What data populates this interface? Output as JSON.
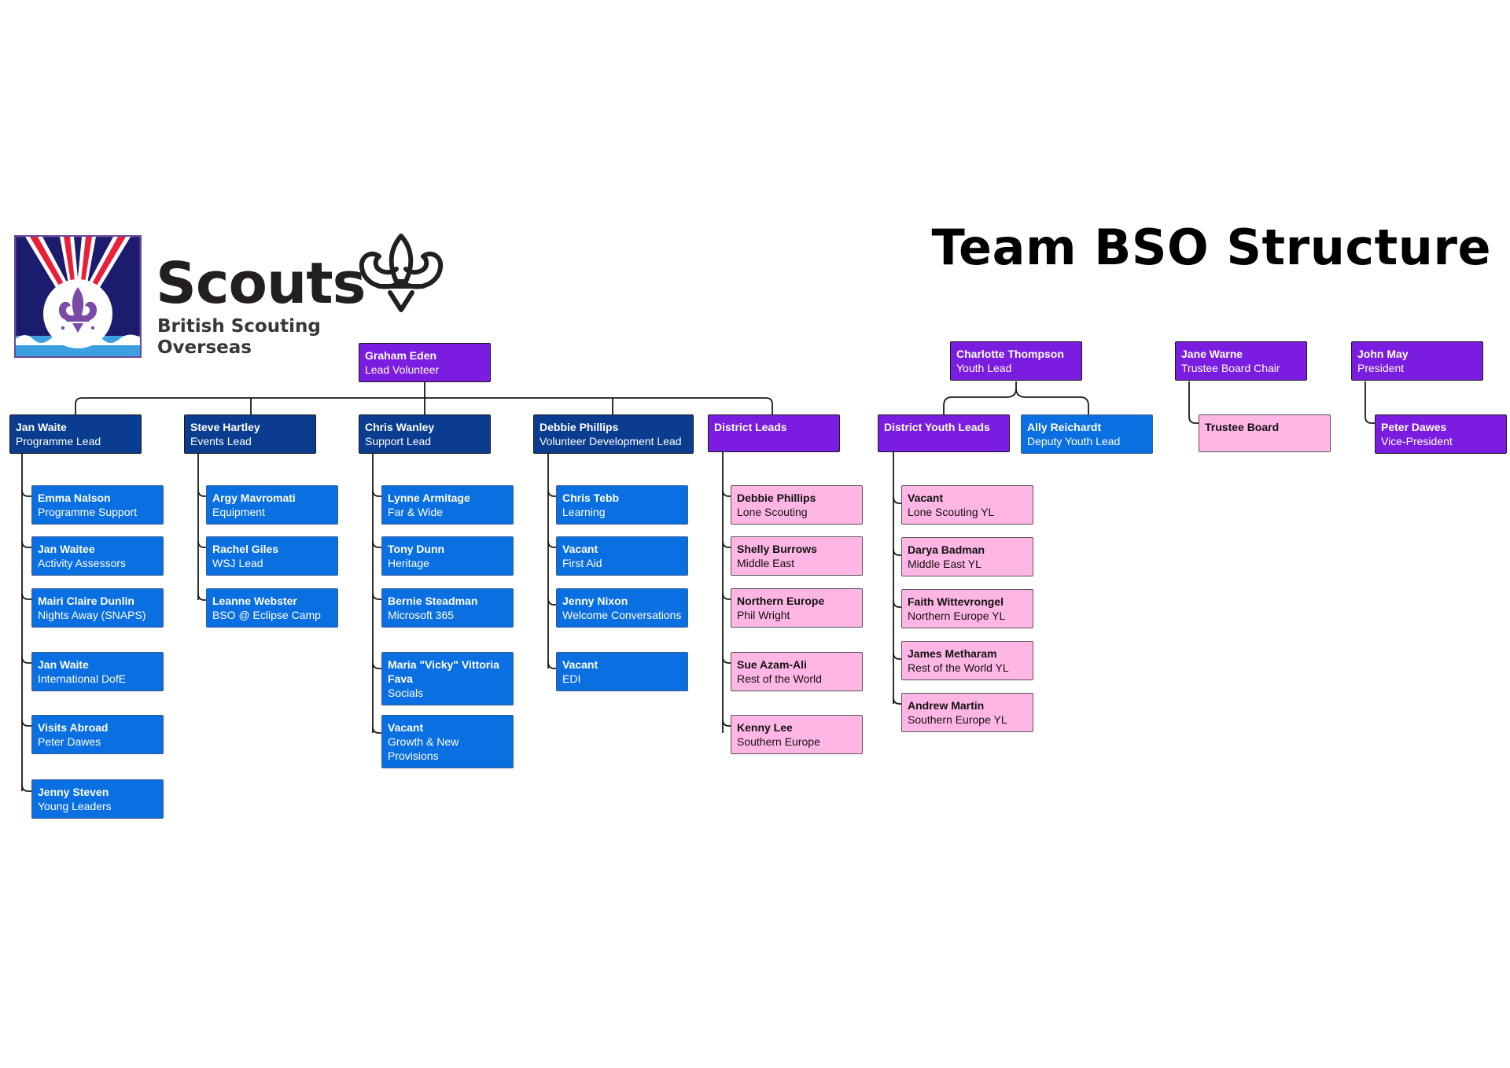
{
  "title": "Team BSO Structure",
  "logo": {
    "wordmark": "Scouts",
    "subtitle_line1": "British Scouting",
    "subtitle_line2": "Overseas",
    "colors": {
      "navy": "#1c1c6e",
      "red": "#e8203a",
      "purple": "#7a4aa6",
      "sea": "#3aa0e0"
    }
  },
  "colors": {
    "lead": "#0a3d8f",
    "purple": "#7a1de0",
    "blue": "#0a6fe0",
    "pink": "#ffb6e4"
  },
  "nodes": {
    "graham": {
      "name": "Graham Eden",
      "role": "Lead Volunteer"
    },
    "jan_waite": {
      "name": "Jan Waite",
      "role": "Programme Lead"
    },
    "steve": {
      "name": "Steve Hartley",
      "role": "Events Lead"
    },
    "chris_wanley": {
      "name": "Chris Wanley",
      "role": "Support Lead"
    },
    "debbie_lead": {
      "name": "Debbie Phillips",
      "role": "Volunteer Development Lead"
    },
    "district_leads": {
      "name": "District Leads",
      "role": ""
    },
    "charlotte": {
      "name": "Charlotte Thompson",
      "role": "Youth Lead"
    },
    "district_youth": {
      "name": "District Youth Leads",
      "role": ""
    },
    "ally": {
      "name": "Ally Reichardt",
      "role": "Deputy Youth Lead"
    },
    "jane": {
      "name": "Jane Warne",
      "role": "Trustee Board Chair"
    },
    "trustee_board": {
      "name": "Trustee Board",
      "role": ""
    },
    "john": {
      "name": "John May",
      "role": "President"
    },
    "peter_vp": {
      "name": "Peter Dawes",
      "role": "Vice-President"
    },
    "emma": {
      "name": "Emma Nalson",
      "role": "Programme Support"
    },
    "jan_waitee": {
      "name": "Jan Waitee",
      "role": "Activity Assessors"
    },
    "mairi": {
      "name": "Mairi Claire Dunlin",
      "role": "Nights Away (SNAPS)"
    },
    "jan_dofe": {
      "name": "Jan Waite",
      "role": "International DofE"
    },
    "visits": {
      "name": "Visits Abroad",
      "role": "Peter Dawes"
    },
    "jenny_steven": {
      "name": "Jenny Steven",
      "role": "Young Leaders"
    },
    "argy": {
      "name": "Argy Mavromati",
      "role": "Equipment"
    },
    "rachel": {
      "name": "Rachel Giles",
      "role": "WSJ Lead"
    },
    "leanne": {
      "name": "Leanne Webster",
      "role": "BSO @ Eclipse Camp"
    },
    "lynne": {
      "name": "Lynne Armitage",
      "role": "Far & Wide"
    },
    "tony": {
      "name": "Tony Dunn",
      "role": "Heritage"
    },
    "bernie": {
      "name": "Bernie Steadman",
      "role": "Microsoft 365"
    },
    "maria": {
      "name": "Maria \"Vicky\" Vittoria Fava",
      "role": "Socials"
    },
    "vacant_growth": {
      "name": "Vacant",
      "role": "Growth & New Provisions"
    },
    "chris_tebb": {
      "name": "Chris Tebb",
      "role": "Learning"
    },
    "vacant_firstaid": {
      "name": "Vacant",
      "role": "First Aid"
    },
    "jenny_nixon": {
      "name": "Jenny Nixon",
      "role": "Welcome Conversations"
    },
    "vacant_edi": {
      "name": "Vacant",
      "role": "EDI"
    },
    "debbie_lone": {
      "name": "Debbie Phillips",
      "role": "Lone Scouting"
    },
    "shelly": {
      "name": "Shelly Burrows",
      "role": "Middle East"
    },
    "northern_europe": {
      "name": "Northern Europe",
      "role": "Phil Wright"
    },
    "sue": {
      "name": "Sue Azam-Ali",
      "role": "Rest of the World"
    },
    "kenny": {
      "name": "Kenny Lee",
      "role": "Southern Europe"
    },
    "vacant_lone_yl": {
      "name": "Vacant",
      "role": "Lone Scouting YL"
    },
    "darya": {
      "name": "Darya Badman",
      "role": "Middle East YL"
    },
    "faith": {
      "name": "Faith Wittevrongel",
      "role": "Northern Europe YL"
    },
    "james": {
      "name": "James Metharam",
      "role": "Rest of the World YL"
    },
    "andrew": {
      "name": "Andrew Martin",
      "role": "Southern Europe YL"
    }
  }
}
